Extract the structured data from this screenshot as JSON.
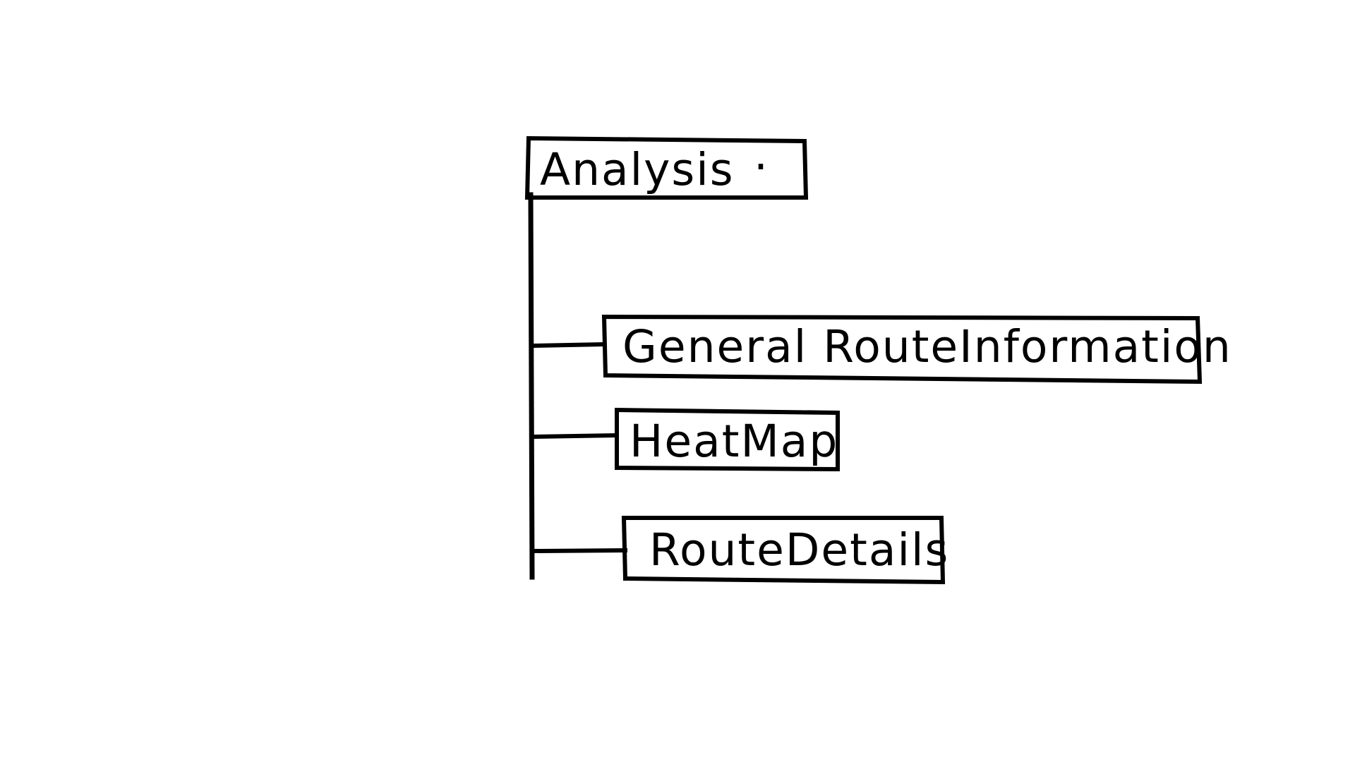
{
  "diagram": {
    "root": {
      "label": "Analysis",
      "marker": "·"
    },
    "children": [
      {
        "label": "General RouteInformation"
      },
      {
        "label": "HeatMap"
      },
      {
        "label": "RouteDetails"
      }
    ]
  },
  "colors": {
    "stroke": "#000000",
    "background": "#ffffff"
  }
}
